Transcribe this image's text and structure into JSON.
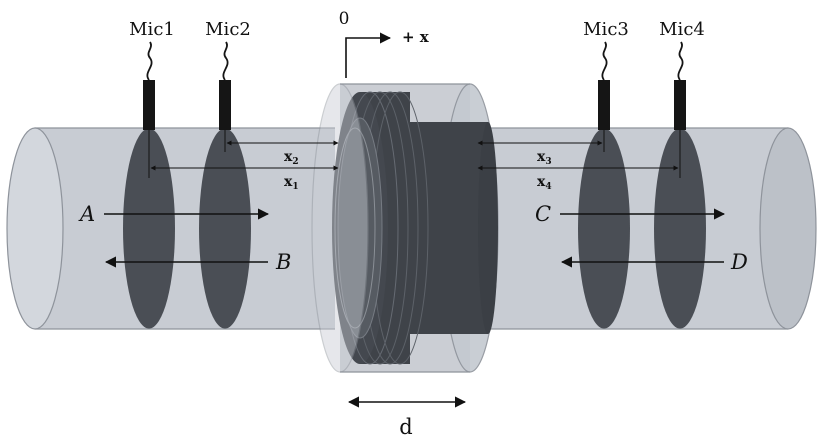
{
  "microphones": [
    {
      "label": "Mic1"
    },
    {
      "label": "Mic2"
    },
    {
      "label": "Mic3"
    },
    {
      "label": "Mic4"
    }
  ],
  "origin": {
    "zero": "0",
    "direction": "+ x"
  },
  "distances": [
    {
      "base": "x",
      "sub": "2"
    },
    {
      "base": "x",
      "sub": "1"
    },
    {
      "base": "x",
      "sub": "3"
    },
    {
      "base": "x",
      "sub": "4"
    }
  ],
  "waves": {
    "a": "A",
    "b": "B",
    "c": "C",
    "d": "D"
  },
  "sample_length": "d",
  "colors": {
    "pipe": "#c8ccd3",
    "pipe_edge": "#8e939b",
    "mic_disk": "#4a4e55",
    "mic_body": "#151515",
    "sample": "#3f4349",
    "coupler": "#b9bec6"
  }
}
